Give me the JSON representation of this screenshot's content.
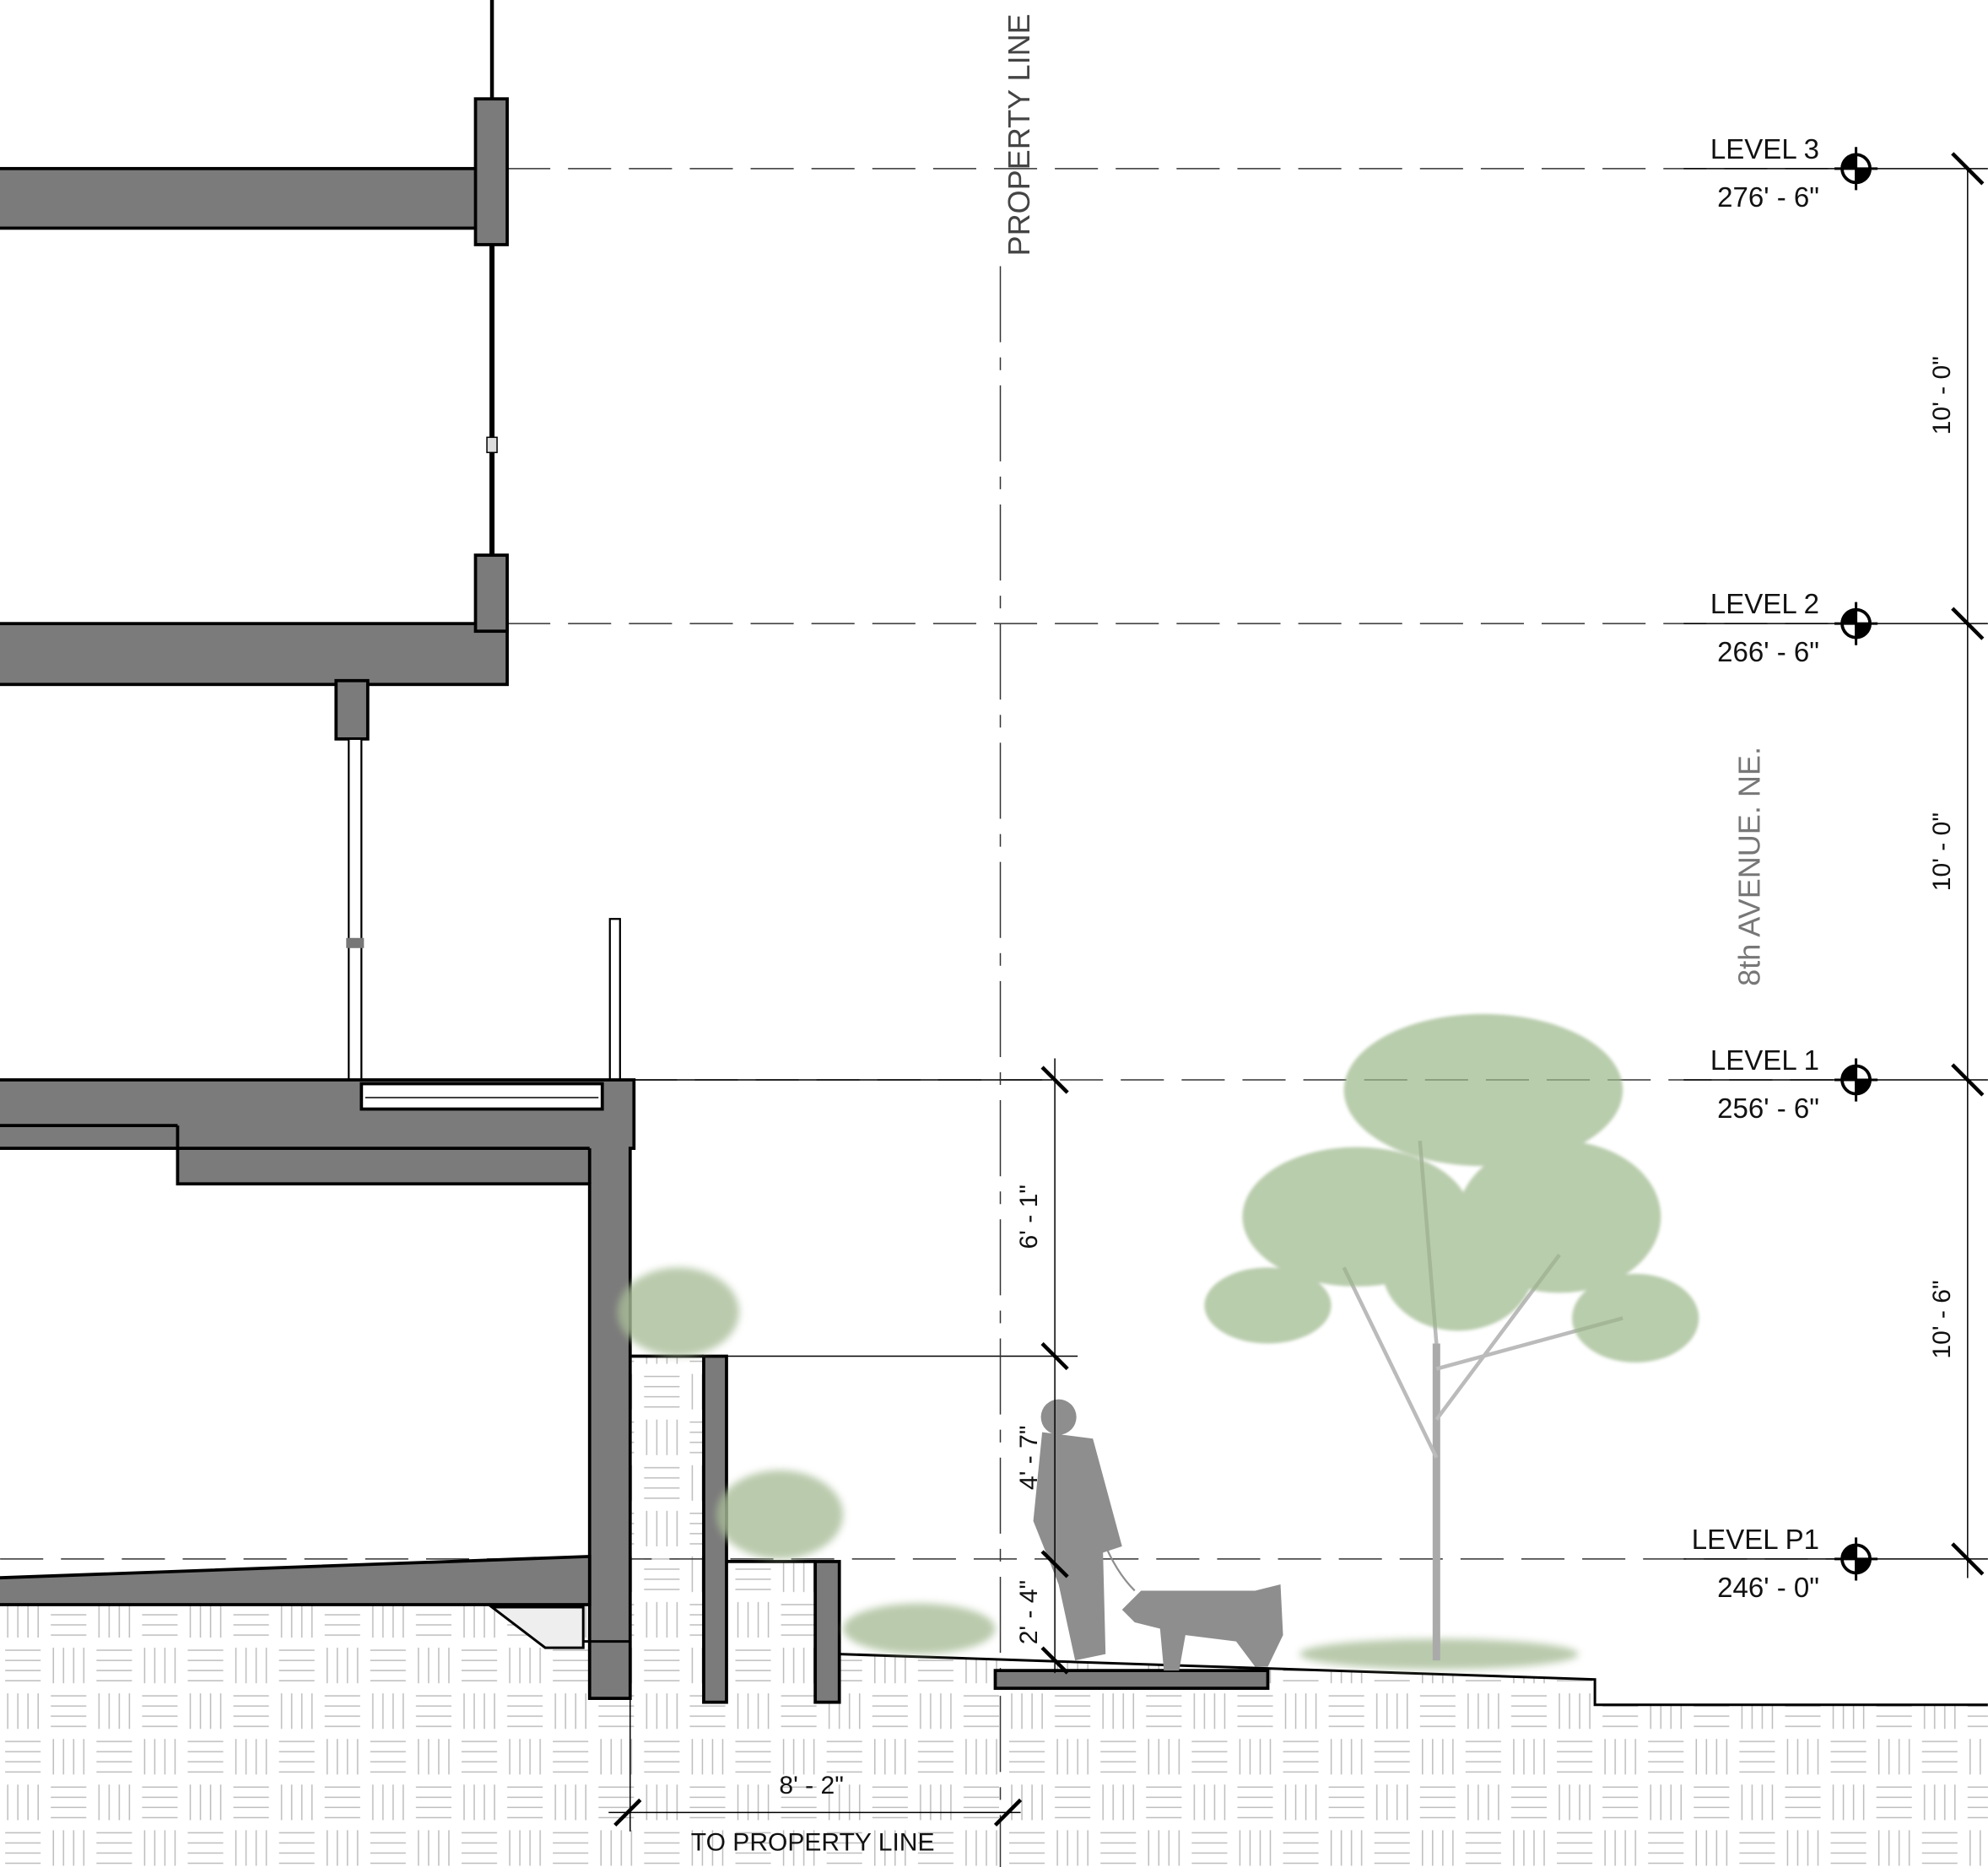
{
  "levels": [
    {
      "name": "LEVEL 3",
      "elevation": "276' - 6\""
    },
    {
      "name": "LEVEL 2",
      "elevation": "266' - 6\""
    },
    {
      "name": "LEVEL 1",
      "elevation": "256' - 6\""
    },
    {
      "name": "LEVEL P1",
      "elevation": "246' - 0\""
    }
  ],
  "right_dims": [
    "10' - 0\"",
    "10' - 0\"",
    "10' - 6\""
  ],
  "left_dims": [
    "6' - 1\"",
    "4' - 7\"",
    "2' - 4\""
  ],
  "bottom_dim": {
    "value": "8' - 2\"",
    "label": "TO PROPERTY LINE"
  },
  "property_line_label": "PROPERTY LINE",
  "street_label": "8th AVENUE. NE.",
  "colors": {
    "concrete": "#7b7b7b",
    "vegetation": "#9bb88a",
    "silhouette": "#8e8e8e"
  }
}
